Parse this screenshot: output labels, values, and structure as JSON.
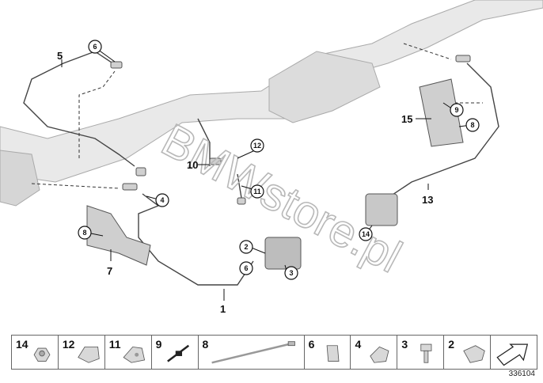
{
  "watermark": "BMWstore.pl",
  "diagram_id": "336104",
  "callouts": {
    "c1": "1",
    "c2": "2",
    "c3": "3",
    "c4": "4",
    "c5": "5",
    "c6": "6",
    "c7": "7",
    "c8a": "8",
    "c8b": "8",
    "c9": "9",
    "c10": "10",
    "c11": "11",
    "c12": "12",
    "c13": "13",
    "c14": "14",
    "c15": "15"
  },
  "parts_strip": [
    "14",
    "12",
    "11",
    "9",
    "8",
    "6",
    "4",
    "3",
    "2"
  ]
}
